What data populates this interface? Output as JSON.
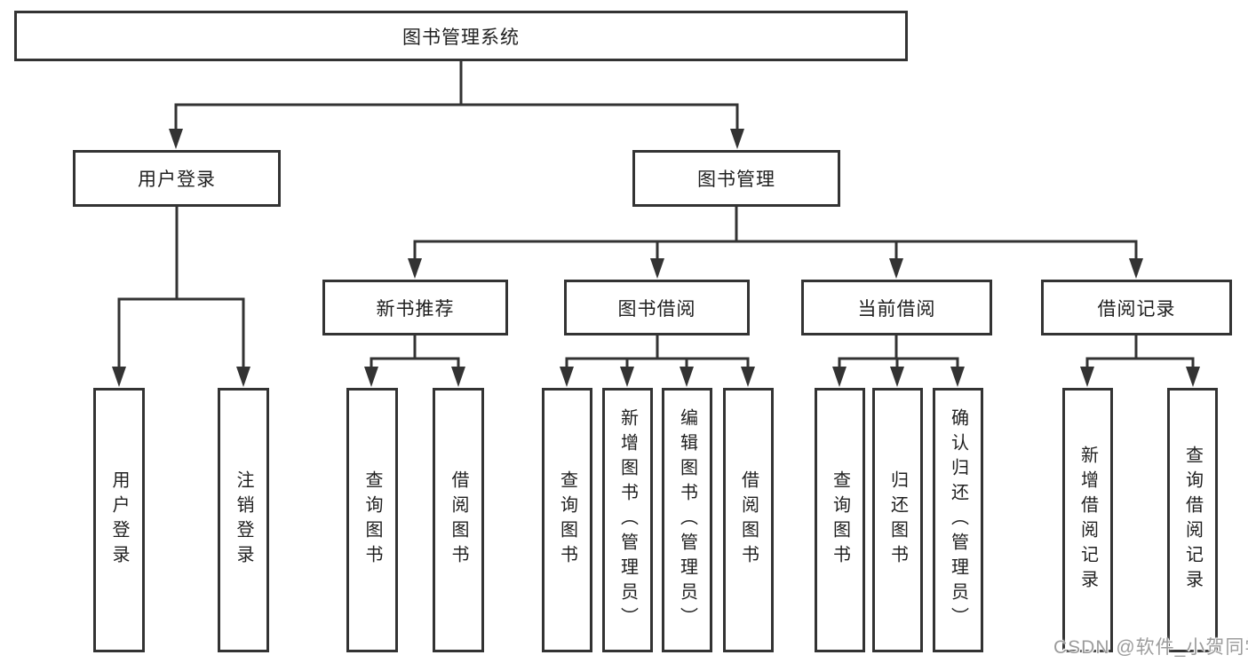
{
  "diagram": {
    "type": "hierarchy-tree",
    "root": {
      "label": "图书管理系统"
    },
    "level2": [
      {
        "label": "用户登录",
        "children": [
          {
            "label": "用户登录"
          },
          {
            "label": "注销登录"
          }
        ]
      },
      {
        "label": "图书管理",
        "children": [
          {
            "label": "新书推荐",
            "children": [
              {
                "label": "查询图书"
              },
              {
                "label": "借阅图书"
              }
            ]
          },
          {
            "label": "图书借阅",
            "children": [
              {
                "label": "查询图书"
              },
              {
                "label": "新增图书（管理员）"
              },
              {
                "label": "编辑图书（管理员）"
              },
              {
                "label": "借阅图书"
              }
            ]
          },
          {
            "label": "当前借阅",
            "children": [
              {
                "label": "查询图书"
              },
              {
                "label": "归还图书"
              },
              {
                "label": "确认归还（管理员）"
              }
            ]
          },
          {
            "label": "借阅记录",
            "children": [
              {
                "label": "新增借阅记录"
              },
              {
                "label": "查询借阅记录"
              }
            ]
          }
        ]
      }
    ]
  },
  "colors": {
    "line": "#333333",
    "box_border": "#333333",
    "text": "#1f1f1f",
    "watermark": "#9c9c9c",
    "background": "#ffffff"
  },
  "watermark": {
    "text": "CSDN @软件_小贺同学"
  }
}
